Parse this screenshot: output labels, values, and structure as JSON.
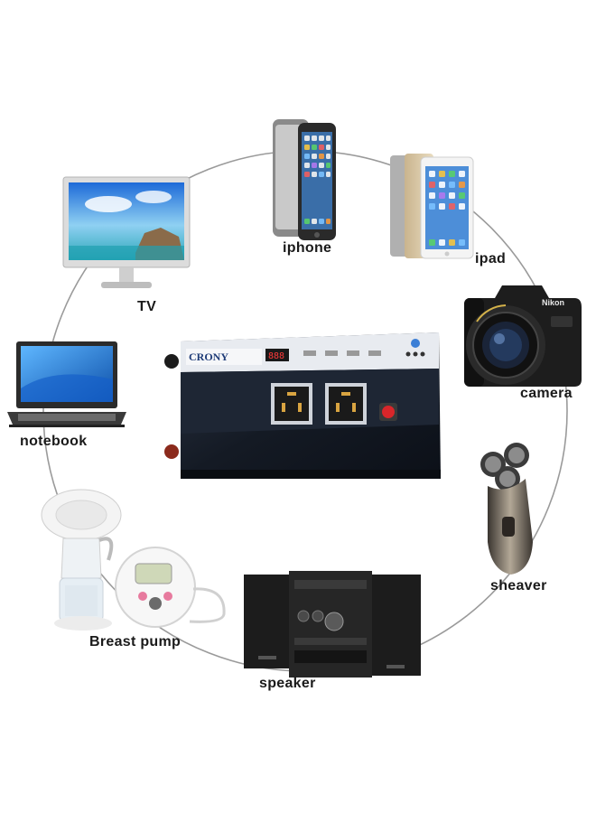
{
  "labels": {
    "iphone": "iphone",
    "ipad": "ipad",
    "tv": "TV",
    "camera": "camera",
    "notebook": "notebook",
    "shaver": "sheaver",
    "breast_pump": "Breast pump",
    "speaker": "speaker"
  },
  "inverter": {
    "brand": "CRONY",
    "display_value": "888"
  },
  "camera_brand": "Nikon",
  "colors": {
    "background": "#ffffff",
    "circle_line": "#9a9a9a",
    "inverter_body": "#1b2230",
    "inverter_panel": "#e8ebf0",
    "switch_red": "#d8262a"
  }
}
